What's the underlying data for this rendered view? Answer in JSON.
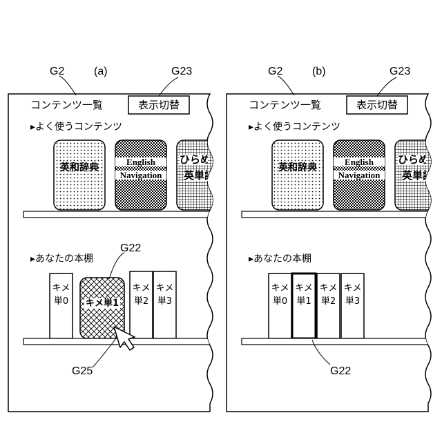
{
  "panels": [
    {
      "panel_label": "(a)",
      "screen_ref": "G2",
      "switch_ref": "G23",
      "title": "コンテンツ一覧",
      "switch_button": "表示切替",
      "frequent_heading": "▸よく使うコンテンツ",
      "frequent_items": [
        {
          "lines": [
            "英和辞典"
          ],
          "pattern": "dots"
        },
        {
          "lines": [
            "English",
            "Navigation"
          ],
          "pattern": "checker"
        },
        {
          "lines": [
            "ひらめ",
            "英単語"
          ],
          "pattern": "grid"
        }
      ],
      "shelf_heading": "▸あなたの本棚",
      "shelf_items": [
        {
          "text": "キメ単0"
        },
        {
          "text": "キメ単1",
          "selected": true
        },
        {
          "text": "キメ単2"
        },
        {
          "text": "キメ単3"
        }
      ],
      "selected_ref": "G22",
      "pointer_ref": "G25"
    },
    {
      "panel_label": "(b)",
      "screen_ref": "G2",
      "switch_ref": "G23",
      "title": "コンテンツ一覧",
      "switch_button": "表示切替",
      "frequent_heading": "▸よく使うコンテンツ",
      "frequent_items": [
        {
          "lines": [
            "英和辞典"
          ],
          "pattern": "dots"
        },
        {
          "lines": [
            "English",
            "Navigation"
          ],
          "pattern": "checker"
        },
        {
          "lines": [
            "ひらめ",
            "英単語"
          ],
          "pattern": "grid"
        }
      ],
      "shelf_heading": "▸あなたの本棚",
      "shelf_items": [
        {
          "text": "キメ単0"
        },
        {
          "text": "キメ単1",
          "selected": true
        },
        {
          "text": "キメ単2"
        },
        {
          "text": "キメ単3"
        }
      ],
      "selected_ref": "G22"
    }
  ]
}
